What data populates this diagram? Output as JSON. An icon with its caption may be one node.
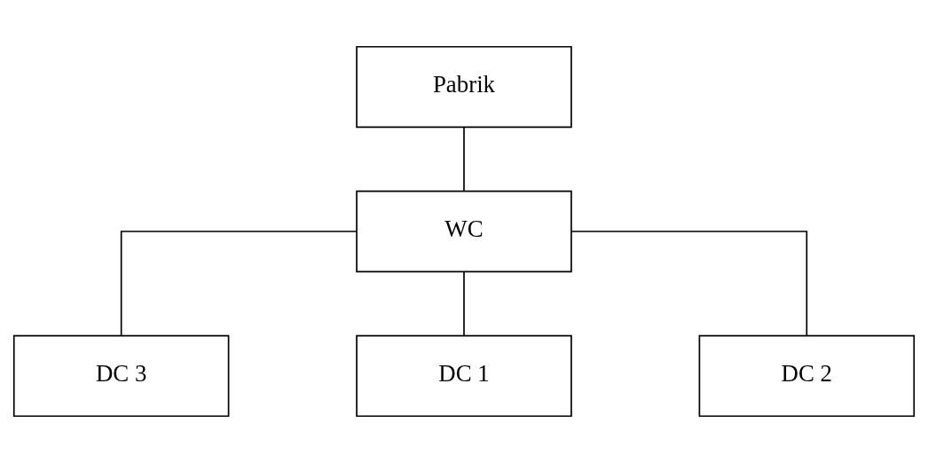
{
  "diagram": {
    "nodes": [
      {
        "text": [
          "Pabrik"
        ]
      },
      {
        "text": [
          "WC"
        ]
      },
      {
        "text": [
          "DC 3"
        ]
      },
      {
        "text": [
          "DC 1"
        ]
      },
      {
        "text": [
          "DC 2"
        ]
      }
    ],
    "edges": [
      {
        "from": 0,
        "to": 1,
        "arrow": "none"
      },
      {
        "from": 1,
        "to": 2,
        "arrow": "none"
      },
      {
        "from": 1,
        "to": 3,
        "arrow": "none"
      },
      {
        "from": 1,
        "to": 4,
        "arrow": "none"
      }
    ]
  }
}
